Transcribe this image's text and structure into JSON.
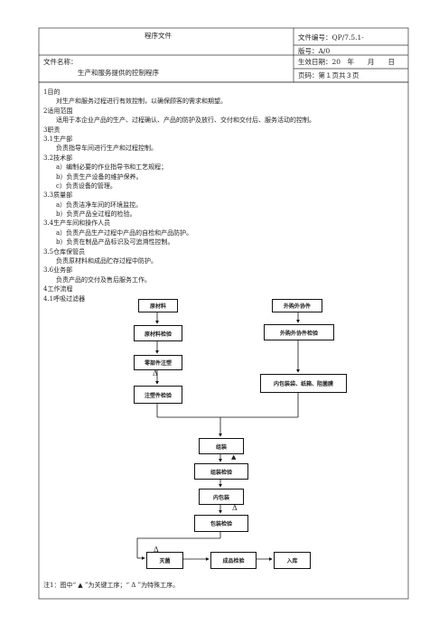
{
  "header": {
    "doc_type": "程序文件",
    "doc_no": "文件编号：QP/7.5.1-",
    "version": "版号：A/0",
    "file_name_label": "文件名称：",
    "file_name": "生产和服务提供的控制程序",
    "effective_date": "生效日期：20　年　　月　　日",
    "page_info": "页码：第１页共３页"
  },
  "body_lines": [
    "1目的",
    "　　对生产和服务过程进行有效控制，以确保顾客的需求和期望。",
    "2适用范围",
    "　　适用于本企业产品的生产、过程确认、产品的防护及放行、交付和交付后、服务活动的控制。",
    "3职责",
    "3.1生产部",
    "　　负责指导车间进行生产和过程控制。",
    "3.2技术部",
    "　　a）编制必要的作业指导书和工艺规程；",
    "　　b）负责生产设备的维护保养。",
    "　　c）负责设备的管理。",
    "3.3质量部",
    "　　a）负责洁净车间的环境监控。",
    "　　b）负责产品全过程的检验。",
    "3.4生产车间和操作人员",
    "　　a）负责产品生产过程中产品的自检和产品防护。",
    "　　b）负责在制品产品标识及可追溯性控制。",
    "3.5仓库保管员",
    "　　负责原材料和成品贮存过程中防护。",
    "3.6业务部",
    "　　负责产品的交付及售后服务工作。",
    "4工作流程",
    "4.1呼吸过滤器"
  ],
  "flow": {
    "raw_material": "原材料",
    "outsourced_parts": "外购外协件",
    "raw_inspection": "原材料检验",
    "outsourced_inspection": "外购外协件检验",
    "parts_injection": "零部件注塑",
    "packaging_materials": "内包装袋、纸箱、阻菌膜",
    "injection_inspection": "注塑件检验",
    "assembly": "组装",
    "assembly_inspection": "组装检验",
    "inner_packing": "内包装",
    "packing_inspection": "包装检验",
    "sterilization": "灭菌",
    "product_inspection": "成品检验",
    "warehousing": "入库",
    "triangle_open": "Δ",
    "triangle_filled": "▲"
  },
  "note": "注1：图中“ ▲ ”为关键工序；“ Δ ”为特殊工序。"
}
